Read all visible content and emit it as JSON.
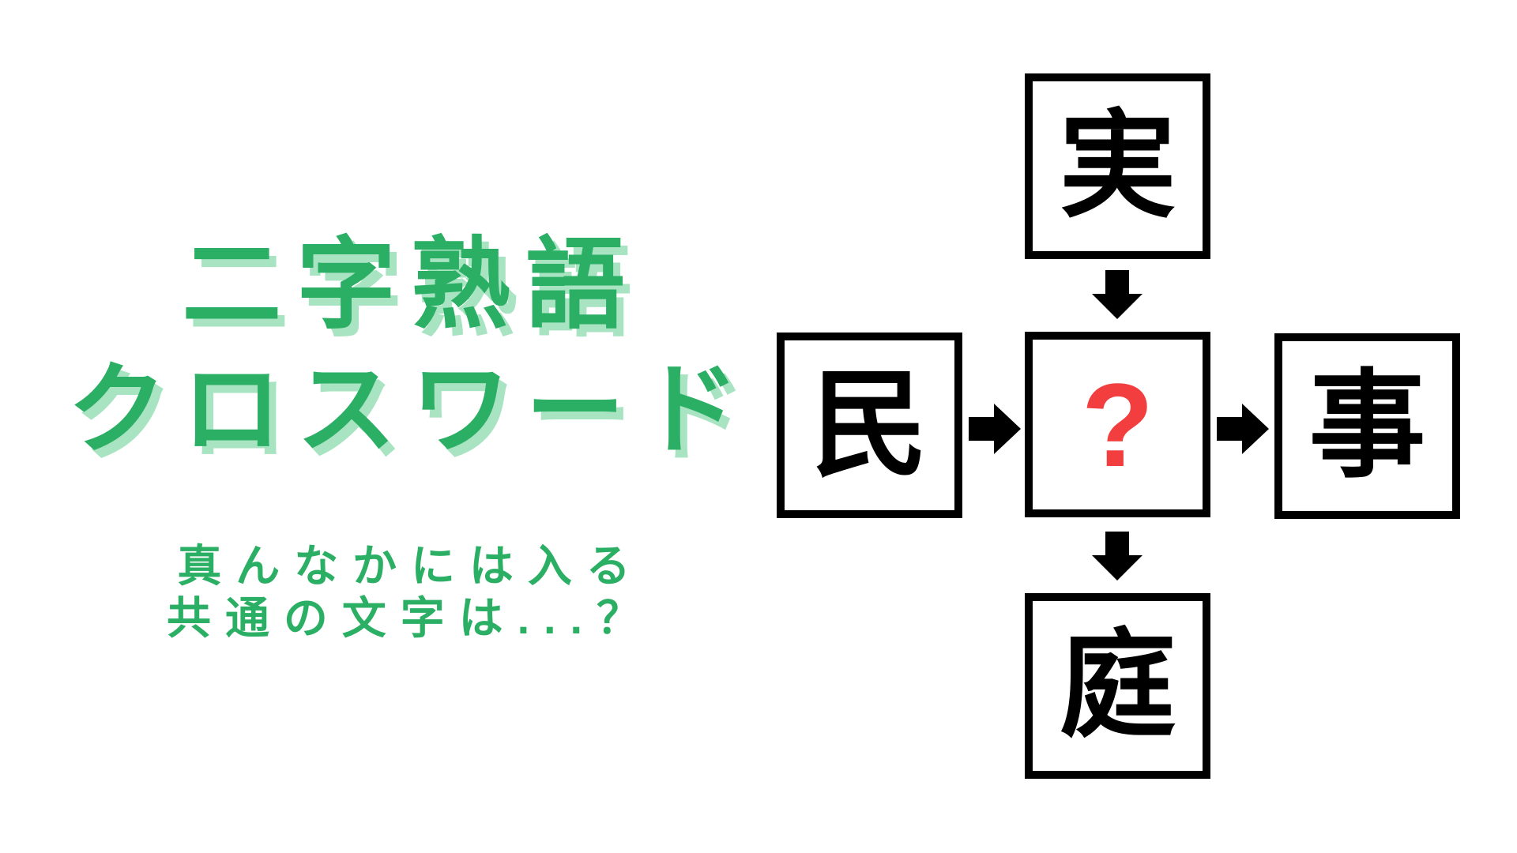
{
  "page": {
    "background_color": "#ffffff"
  },
  "title": {
    "line1": "二字熟語",
    "line2": "クロスワード",
    "color": "#2BAF64",
    "shadow_color": "#A8E3C2"
  },
  "subtitle": {
    "line1": "真んなかには入る",
    "line2": "共通の文字は...？",
    "color": "#2BAF64"
  },
  "puzzle": {
    "top_char": "実",
    "left_char": "民",
    "right_char": "事",
    "bottom_char": "庭",
    "center_char": "?",
    "center_char_color": "#F23E3E",
    "kanji_color": "#000000",
    "box_border_color": "#000000",
    "arrow_color": "#000000",
    "arrows": [
      "top-to-center",
      "left-to-center",
      "center-to-right",
      "center-to-bottom"
    ]
  }
}
